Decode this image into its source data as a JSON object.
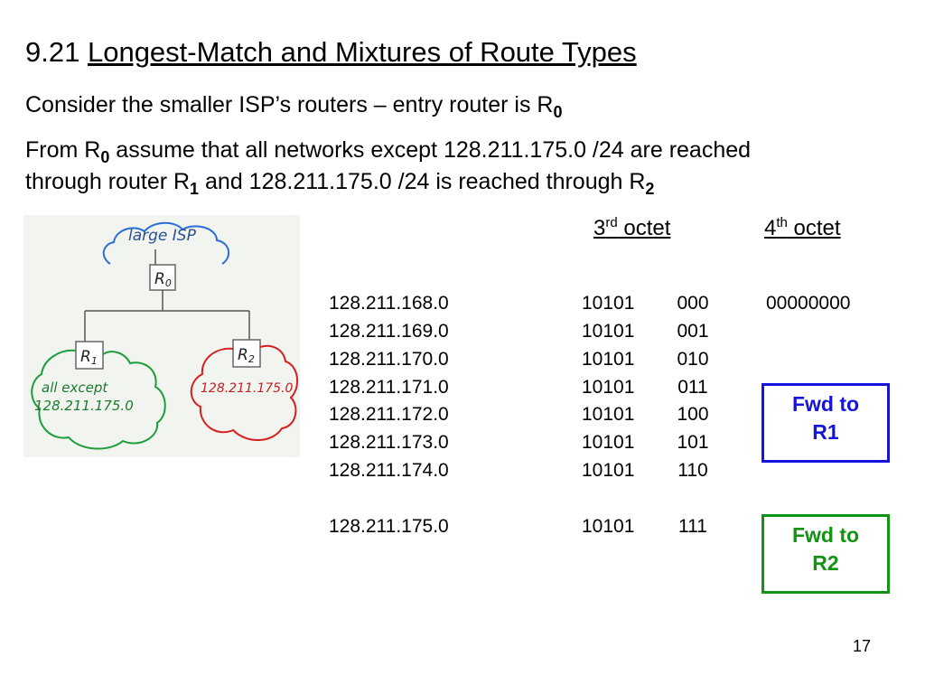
{
  "slide": {
    "title_number": "9.21",
    "title_text": "Longest-Match and Mixtures of Route Types",
    "line1": "Consider the smaller ISP’s routers – entry router is R",
    "line1_sub": "0",
    "line2_a": "From R",
    "line2_sub": "0",
    "line2_b": " assume that all networks except 128.211.175.0 /24 are reached",
    "line3_a": "through router R",
    "line3_sub1": "1",
    "line3_b": " and 128.211.175.0 /24 is reached through R",
    "line3_sub2": "2",
    "page_number": "17"
  },
  "diagram": {
    "cloud_top": "large ISP",
    "router_r0": "R",
    "router_r0_sub": "0",
    "router_r1": "R",
    "router_r1_sub": "1",
    "router_r2": "R",
    "router_r2_sub": "2",
    "left_cloud_line1": "all except",
    "left_cloud_line2": "128.211.175.0",
    "right_cloud": "128.211.175.0",
    "colors": {
      "top_cloud": "#2b6fd6",
      "left_cloud": "#1e9e3a",
      "right_cloud": "#d62020"
    }
  },
  "table": {
    "header_3rd_base": "3",
    "header_3rd_sup": "rd",
    "header_3rd_word": " octet",
    "header_4th_base": "4",
    "header_4th_sup": "th",
    "header_4th_word": " octet",
    "rows": [
      {
        "net": "128.211.168.0",
        "a": "10101",
        "b": "000",
        "c": "00000000"
      },
      {
        "net": "128.211.169.0",
        "a": "10101",
        "b": "001",
        "c": ""
      },
      {
        "net": "128.211.170.0",
        "a": "10101",
        "b": "010",
        "c": ""
      },
      {
        "net": "128.211.171.0",
        "a": "10101",
        "b": "011",
        "c": ""
      },
      {
        "net": "128.211.172.0",
        "a": "10101",
        "b": "100",
        "c": ""
      },
      {
        "net": "128.211.173.0",
        "a": "10101",
        "b": "101",
        "c": ""
      },
      {
        "net": "128.211.174.0",
        "a": "10101",
        "b": "110",
        "c": ""
      },
      {
        "net": "128.211.175.0",
        "a": "10101",
        "b": "111",
        "c": ""
      }
    ]
  },
  "fwd_r1": {
    "line1": "Fwd to",
    "line2": "R1",
    "color": "#1414dc"
  },
  "fwd_r2": {
    "line1": "Fwd to",
    "line2": "R2",
    "color": "#129312"
  }
}
